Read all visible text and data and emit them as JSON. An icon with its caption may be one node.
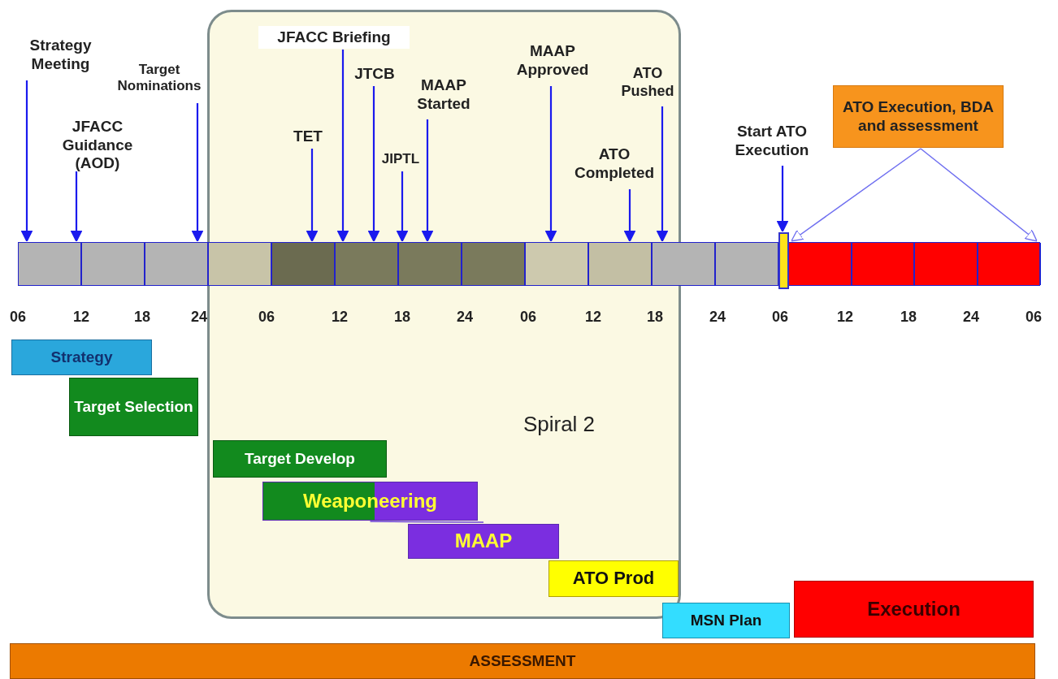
{
  "diagram": {
    "nodes": [
      {
        "text": [
          "Spiral 2"
        ]
      },
      {
        "text": [
          "Strategy Meeting"
        ]
      },
      {
        "text": [
          "JFACC Guidance (AOD)"
        ]
      },
      {
        "text": [
          "Target Nominations"
        ]
      },
      {
        "text": [
          "JFACC Briefing"
        ],
        "in": 0
      },
      {
        "text": [
          "JTCB"
        ],
        "in": 0
      },
      {
        "text": [
          "MAAP Started"
        ],
        "in": 0
      },
      {
        "text": [
          "TET"
        ],
        "in": 0
      },
      {
        "text": [
          "JIPTL"
        ],
        "in": 0
      },
      {
        "text": [
          "MAAP Approved"
        ],
        "in": 0
      },
      {
        "text": [
          "ATO Completed"
        ],
        "in": 0
      },
      {
        "text": [
          "ATO Pushed"
        ],
        "in": 0
      },
      {
        "text": [
          "Start ATO Execution"
        ]
      },
      {
        "text": [
          "ATO Execution, BDA and assessment"
        ]
      },
      {
        "text": [],
        "shape": "bar"
      },
      {
        "text": [],
        "shape": "bar"
      },
      {
        "text": [
          "Strategy"
        ]
      },
      {
        "text": [
          "Target Selection"
        ]
      },
      {
        "text": [
          "Target Develop"
        ],
        "in": 0
      },
      {
        "text": [
          "Weaponeering"
        ],
        "in": 0
      },
      {
        "text": [
          "MAAP"
        ],
        "in": 0
      },
      {
        "text": [
          "ATO Prod"
        ],
        "in": 0
      },
      {
        "text": [
          "MSN Plan"
        ]
      },
      {
        "text": [
          "Execution"
        ]
      },
      {
        "text": [
          "ASSESSMENT"
        ]
      }
    ],
    "edges": [
      {
        "from": 1,
        "to": 14,
        "arrow": "to"
      },
      {
        "from": 2,
        "to": 14,
        "arrow": "to"
      },
      {
        "from": 3,
        "to": 14,
        "arrow": "to"
      },
      {
        "from": 4,
        "to": 14,
        "arrow": "to"
      },
      {
        "from": 5,
        "to": 14,
        "arrow": "to"
      },
      {
        "from": 6,
        "to": 14,
        "arrow": "to"
      },
      {
        "from": 7,
        "to": 14,
        "arrow": "to"
      },
      {
        "from": 8,
        "to": 14,
        "arrow": "to"
      },
      {
        "from": 9,
        "to": 14,
        "arrow": "to"
      },
      {
        "from": 10,
        "to": 14,
        "arrow": "to"
      },
      {
        "from": 11,
        "to": 14,
        "arrow": "to"
      },
      {
        "from": 12,
        "to": 15,
        "arrow": "to"
      },
      {
        "from": 13,
        "to": 14,
        "arrow": "to",
        "color": "#6f6ff0"
      },
      {
        "from": 13,
        "to": 14,
        "arrow": "to",
        "color": "#6f6ff0"
      },
      {
        "from": 19,
        "to": 20,
        "arrow": "none",
        "color": "#6a3fd8"
      }
    ],
    "labels": [
      "06",
      "12",
      "18",
      "24",
      "06",
      "12",
      "18",
      "24",
      "06",
      "12",
      "18",
      "24",
      "06",
      "12",
      "18",
      "24",
      "06"
    ]
  }
}
